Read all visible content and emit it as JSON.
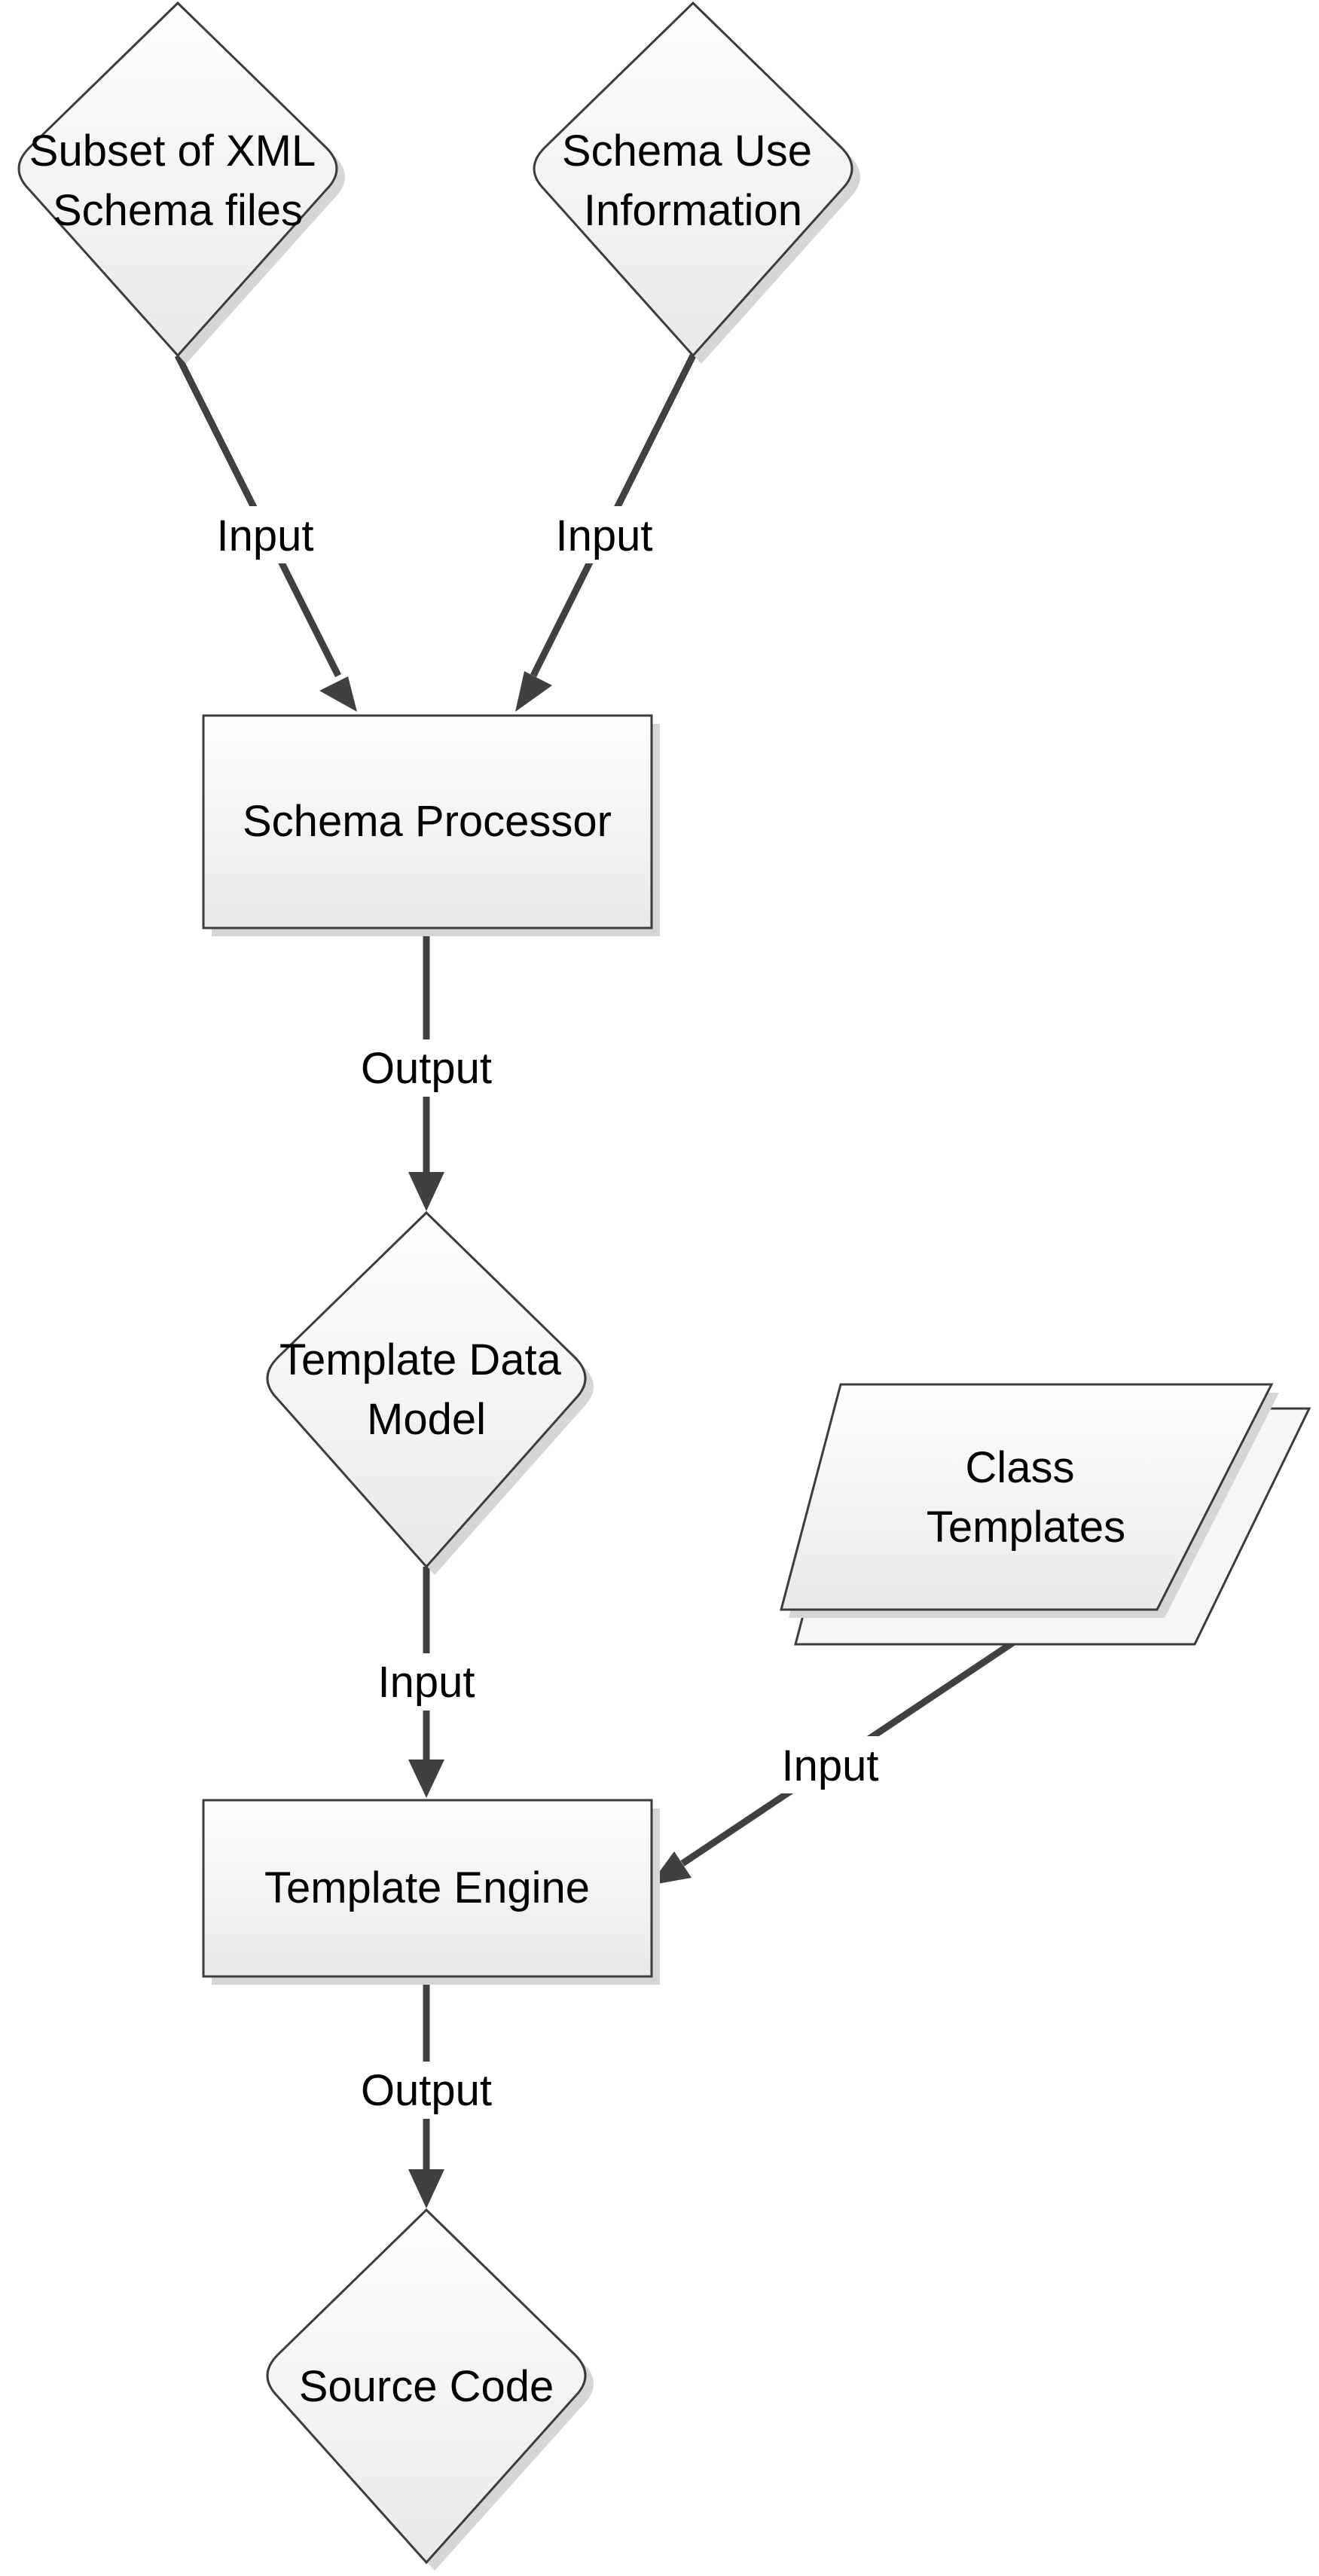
{
  "nodes": {
    "xml_schema_subset": {
      "lines": [
        "Subset of XML",
        "Schema files"
      ]
    },
    "schema_use_info": {
      "lines": [
        "Schema Use",
        "Information"
      ]
    },
    "schema_processor": {
      "lines": [
        "Schema Processor"
      ]
    },
    "template_data_model": {
      "lines": [
        "Template Data",
        "Model"
      ]
    },
    "class_templates": {
      "lines": [
        "Class",
        "Templates"
      ]
    },
    "template_engine": {
      "lines": [
        "Template Engine"
      ]
    },
    "source_code": {
      "lines": [
        "Source Code"
      ]
    }
  },
  "edges": {
    "xml_to_processor": {
      "label": "Input"
    },
    "use_to_processor": {
      "label": "Input"
    },
    "processor_to_model": {
      "label": "Output"
    },
    "model_to_engine": {
      "label": "Input"
    },
    "templates_to_engine": {
      "label": "Input"
    },
    "engine_to_source": {
      "label": "Output"
    }
  },
  "colors": {
    "stroke": "#3c3c3c",
    "arrow": "#404040",
    "fill_top": "#ffffff",
    "fill_bottom": "#e9e9e9",
    "shadow": "#d6d6d6"
  }
}
